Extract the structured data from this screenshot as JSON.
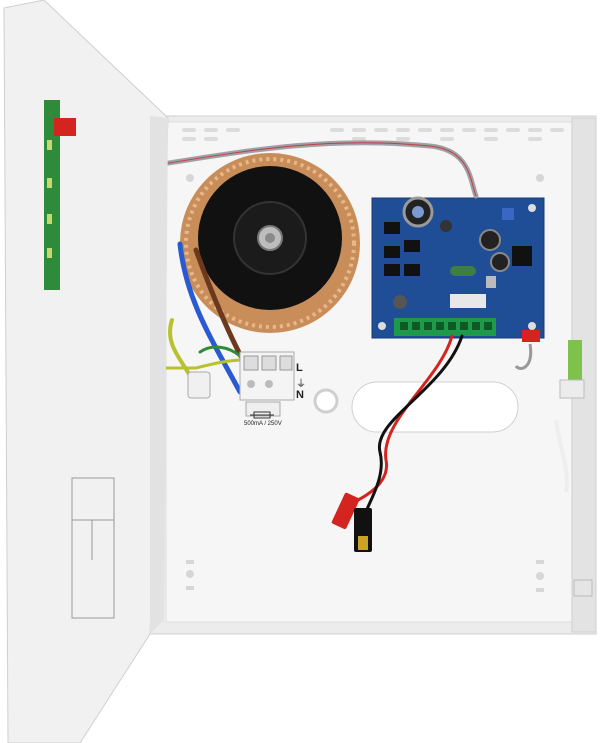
{
  "labels": {
    "live": "L",
    "neutral": "N",
    "earth": "⏚",
    "fuse_rating": "500mA / 250V"
  },
  "colors": {
    "enclosure": "#f3f3f3",
    "pcb": "#1f4e96",
    "door_pcb": "#2e8b3a",
    "transformer_wrap": "#111111",
    "copper": "#c98d5a",
    "wire_red": "#d4241f",
    "wire_black": "#111111",
    "wire_blue": "#2a5ad1",
    "wire_brown": "#6b3a1e",
    "wire_yellow_green": "#b8c22e",
    "terminal_green": "#1f9a4a"
  }
}
